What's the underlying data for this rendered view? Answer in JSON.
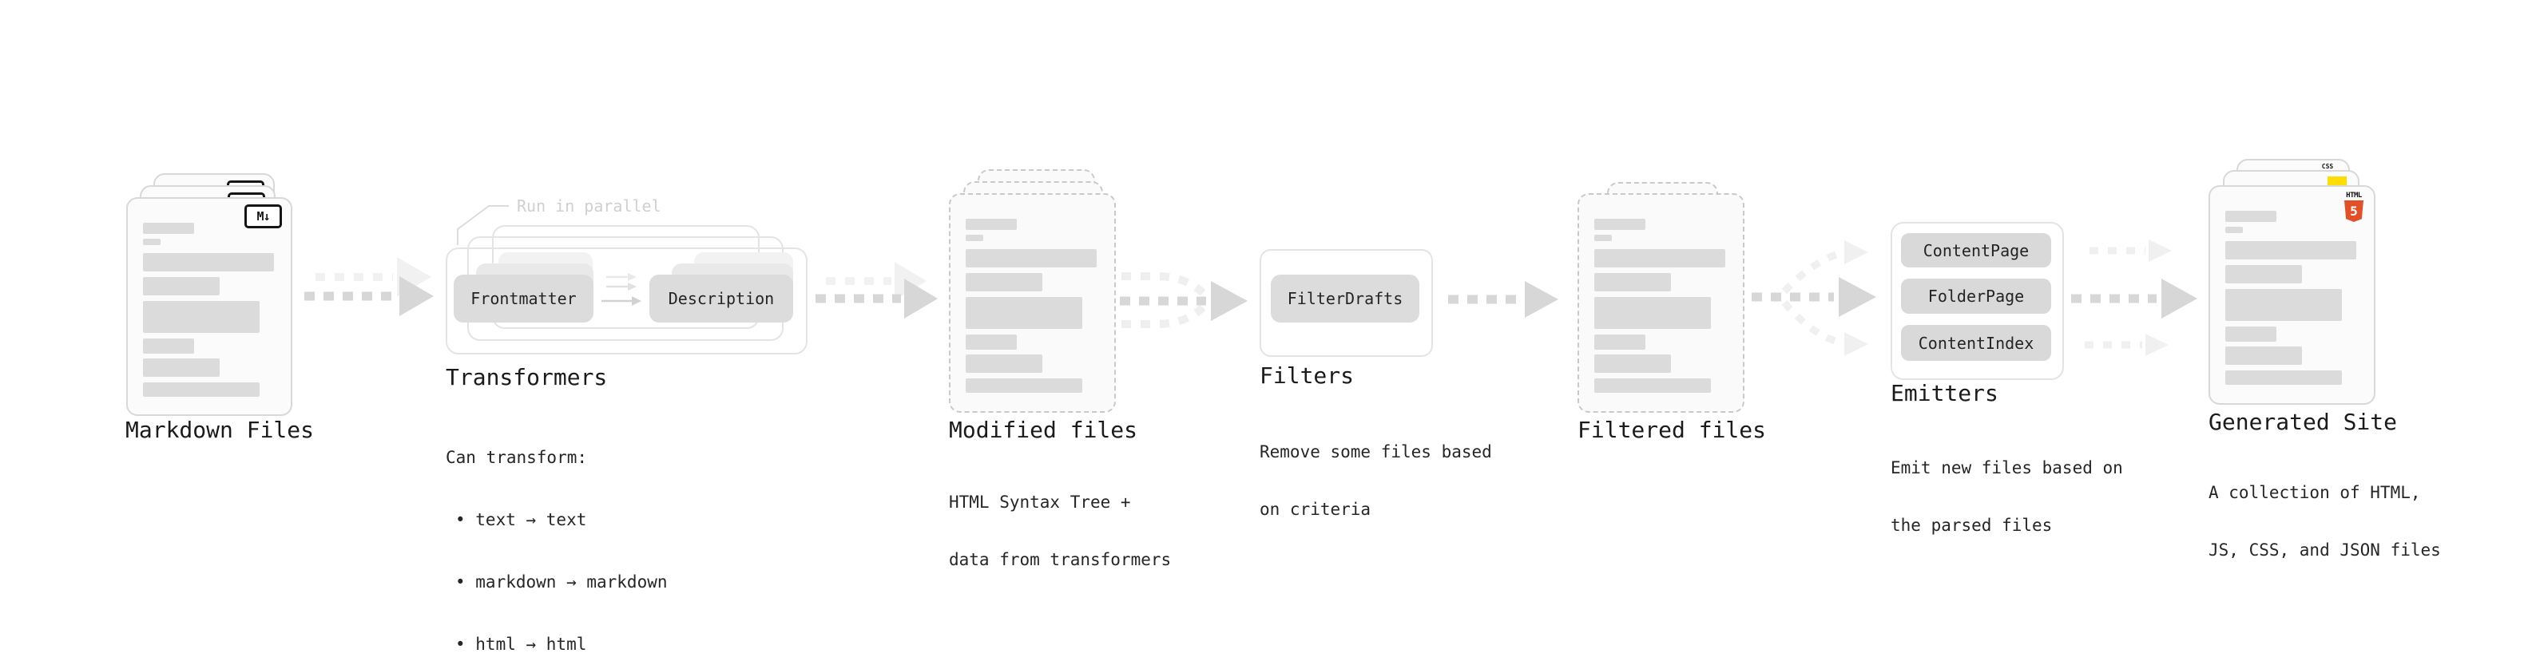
{
  "markdown_files": {
    "label": "Markdown Files",
    "badge": "M↓"
  },
  "transformers": {
    "heading": "Transformers",
    "annotation": "Run in parallel",
    "pill_left": "Frontmatter",
    "pill_right": "Description",
    "note_title": "Can transform:",
    "bullets": [
      "• text → text",
      "• markdown → markdown",
      "• html → html"
    ]
  },
  "modified_files": {
    "label": "Modified files",
    "note": [
      "HTML Syntax Tree +",
      "data from transformers"
    ]
  },
  "filters": {
    "heading": "Filters",
    "pill": "FilterDrafts",
    "note": [
      "Remove some files based",
      "on criteria"
    ]
  },
  "filtered_files": {
    "label": "Filtered files"
  },
  "emitters": {
    "heading": "Emitters",
    "pills": [
      "ContentPage",
      "FolderPage",
      "ContentIndex"
    ],
    "note": [
      "Emit new files based on",
      "the parsed files"
    ]
  },
  "generated_site": {
    "label": "Generated Site",
    "note": [
      "A collection of HTML,",
      "JS, CSS, and JSON files"
    ],
    "badges": {
      "html": "HTML",
      "five": "5",
      "css": "CSS"
    }
  },
  "colors": {
    "background": "#ffffff",
    "text": "#1b1b1b",
    "muted_annotation": "#d0d0d0",
    "pill_bg": "#dcdcdc",
    "arrow_dark": "#d7d7d7",
    "arrow_faint": "#f0f0f0",
    "html5_orange": "#e34f26",
    "js_yellow": "#ffdd00",
    "css_blue": "#2f6bf2"
  }
}
